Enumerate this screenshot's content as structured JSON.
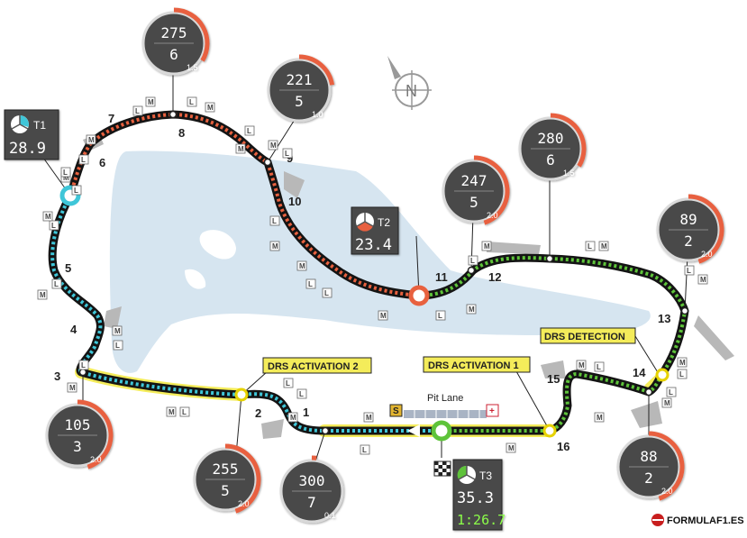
{
  "track": {
    "turn_numbers": [
      "1",
      "2",
      "3",
      "4",
      "5",
      "6",
      "7",
      "8",
      "9",
      "10",
      "11",
      "12",
      "13",
      "14",
      "15",
      "16"
    ],
    "drs_labels": {
      "activation_2": "DRS ACTIVATION 2",
      "activation_1": "DRS ACTIVATION 1",
      "detection": "DRS DETECTION"
    },
    "pit_lane_label": "Pit Lane",
    "pit_badge_s": "S",
    "pit_badge_plus": "+"
  },
  "gauges": [
    {
      "id": "turn-8",
      "speed": "275",
      "gear": "6",
      "g": "1.5"
    },
    {
      "id": "turn-9",
      "speed": "221",
      "gear": "5",
      "g": "1.0"
    },
    {
      "id": "turn-11",
      "speed": "247",
      "gear": "5",
      "g": "2.0"
    },
    {
      "id": "turn-12",
      "speed": "280",
      "gear": "6",
      "g": "1.5"
    },
    {
      "id": "turn-13",
      "speed": "89",
      "gear": "2",
      "g": "2.0"
    },
    {
      "id": "turn-3",
      "speed": "105",
      "gear": "3",
      "g": "2.0"
    },
    {
      "id": "turn-2",
      "speed": "255",
      "gear": "5",
      "g": "2.0"
    },
    {
      "id": "turn-1",
      "speed": "300",
      "gear": "7",
      "g": "0.1"
    },
    {
      "id": "turn-15",
      "speed": "88",
      "gear": "2",
      "g": "2.0"
    }
  ],
  "sectors": {
    "t1": {
      "label": "T1",
      "time": "28.9"
    },
    "t2": {
      "label": "T2",
      "time": "23.4"
    },
    "t3": {
      "label": "T3",
      "time": "35.3",
      "lap": "1:26.7"
    }
  },
  "markers": {
    "l": "L",
    "m": "M"
  },
  "compass": {
    "letter": "N"
  },
  "brand": {
    "logo": "FORMULAF1.ES"
  },
  "colors": {
    "sector1": "#3fc6d8",
    "sector2": "#e8613f",
    "sector3": "#5ec33a",
    "drs_zone": "#f4ec5a",
    "lake": "#d6e5f0",
    "panel": "#4a4a4a"
  }
}
